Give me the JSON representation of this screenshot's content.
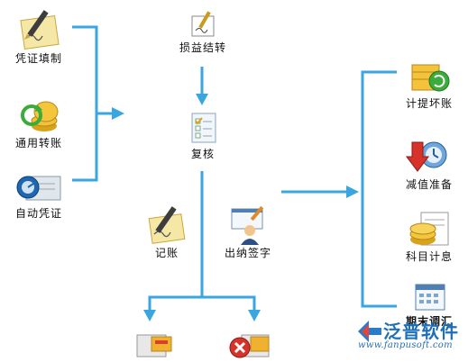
{
  "nodes": {
    "voucher_entry": "凭证填制",
    "general_transfer": "通用转账",
    "auto_voucher": "自动凭证",
    "pl_transfer": "损益结转",
    "review": "复核",
    "bookkeeping": "记账",
    "cashier_sign": "出纳签字",
    "bad_debt": "计提坏账",
    "impairment": "减值准备",
    "item_interest": "科目计息",
    "period_adjust": "期末调汇"
  },
  "logo": {
    "name": "泛普软件",
    "url": "www.fanpusoft.com"
  },
  "colors": {
    "arrow": "#3aa6e0",
    "gold": "#e9b422"
  }
}
